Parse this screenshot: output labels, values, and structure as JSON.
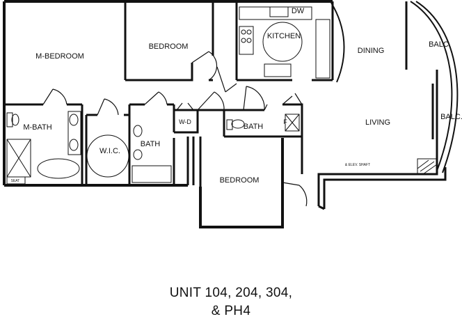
{
  "rooms": {
    "master_bedroom": "M-BEDROOM",
    "bedroom_top": "BEDROOM",
    "kitchen": "KITCHEN",
    "dishwasher": "DW",
    "dining": "DINING",
    "balcony_top": "BALC.",
    "balcony_right": "BALC.",
    "master_bath": "M-BATH",
    "walk_in_closet": "W.I.C.",
    "bath_middle": "BATH",
    "washer_dryer": "W-D",
    "bath_right": "BATH",
    "fireplace": "F",
    "living": "LIVING",
    "bedroom_bottom": "BEDROOM",
    "seat": "SEAT",
    "shaft_note": "& ELEV. SHAFT"
  },
  "caption": {
    "line1": "UNIT 104, 204, 304,",
    "line2": "& PH4"
  }
}
